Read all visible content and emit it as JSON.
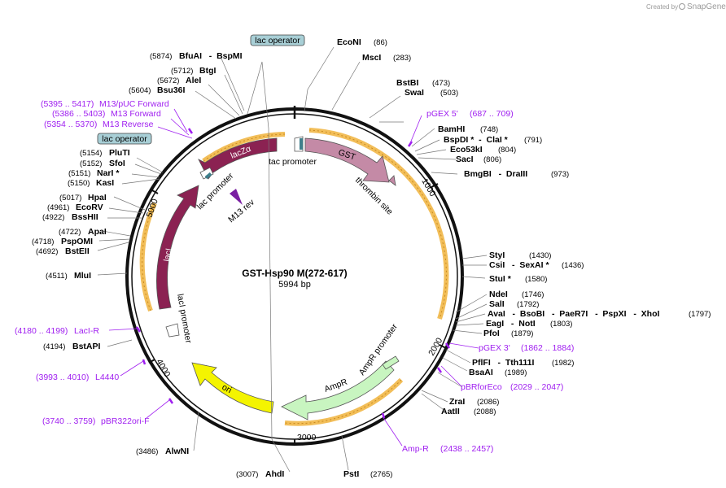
{
  "watermark": {
    "prefix": "Created by",
    "brand": "SnapGene"
  },
  "plasmid": {
    "name": "GST-Hsp90 M(272-617)",
    "length_label": "5994 bp",
    "length": 5994
  },
  "ticks": [
    "1000",
    "2000",
    "3000",
    "4000",
    "5000"
  ],
  "features": [
    {
      "id": "lacZa",
      "label": "lacZα",
      "color": "#8b2252"
    },
    {
      "id": "GST",
      "label": "GST",
      "color": "#c48aa6"
    },
    {
      "id": "lacI",
      "label": "lacI",
      "color": "#8b2252"
    },
    {
      "id": "ori",
      "label": "ori",
      "color": "#f4f400"
    },
    {
      "id": "AmpR",
      "label": "AmpR",
      "color": "#c8f5c0"
    }
  ],
  "inner_labels": {
    "tac_promoter": "tac promoter",
    "thrombin_site": "thrombin site",
    "lac_promoter": "lac promoter",
    "m13_rev": "M13 rev",
    "lacI_promoter": "lacI promoter",
    "ampR_promoter": "AmpR promoter",
    "ampR": "AmpR"
  },
  "operators": [
    "lac operator",
    "lac operator"
  ],
  "sites_right": [
    {
      "name": "EcoNI",
      "pos": "(86)"
    },
    {
      "name": "MscI",
      "pos": "(283)"
    },
    {
      "name": "BstBI",
      "pos": "(473)"
    },
    {
      "name": "SwaI",
      "pos": "(503)"
    },
    {
      "name": "BamHI",
      "pos": "(748)"
    },
    {
      "name": "BspDI *  -  ClaI *",
      "pos": "(791)"
    },
    {
      "name": "Eco53kI",
      "pos": "(804)"
    },
    {
      "name": "SacI",
      "pos": "(806)"
    },
    {
      "name": "BmgBI   -  DraIII",
      "pos": "(973)"
    },
    {
      "name": "StyI",
      "pos": "(1430)"
    },
    {
      "name": "CsiI   -  SexAI *",
      "pos": "(1436)"
    },
    {
      "name": "StuI *",
      "pos": "(1580)"
    },
    {
      "name": "NdeI",
      "pos": "(1746)"
    },
    {
      "name": "SalI",
      "pos": "(1792)"
    },
    {
      "name": "AvaI   -  BsoBI   -  PaeR7I   -  PspXI   -  XhoI",
      "pos": "(1797)"
    },
    {
      "name": "EagI   -  NotI",
      "pos": "(1803)"
    },
    {
      "name": "PfoI",
      "pos": "(1879)"
    },
    {
      "name": "PflFI   -  Tth111I",
      "pos": "(1982)"
    },
    {
      "name": "BsaAI",
      "pos": "(1989)"
    },
    {
      "name": "ZraI",
      "pos": "(2086)"
    },
    {
      "name": "AatII",
      "pos": "(2088)"
    },
    {
      "name": "PstI",
      "pos": "(2765)"
    }
  ],
  "sites_left": [
    {
      "name": "BfuAI   -  BspMI",
      "pos": "(5874)"
    },
    {
      "name": "BtgI",
      "pos": "(5712)"
    },
    {
      "name": "AleI",
      "pos": "(5672)"
    },
    {
      "name": "Bsu36I",
      "pos": "(5604)"
    },
    {
      "name": "PluTI",
      "pos": "(5154)"
    },
    {
      "name": "SfoI",
      "pos": "(5152)"
    },
    {
      "name": "NarI *",
      "pos": "(5151)"
    },
    {
      "name": "KasI",
      "pos": "(5150)"
    },
    {
      "name": "HpaI",
      "pos": "(5017)"
    },
    {
      "name": "EcoRV",
      "pos": "(4961)"
    },
    {
      "name": "BssHII",
      "pos": "(4922)"
    },
    {
      "name": "ApaI",
      "pos": "(4722)"
    },
    {
      "name": "PspOMI",
      "pos": "(4718)"
    },
    {
      "name": "BstEII",
      "pos": "(4692)"
    },
    {
      "name": "MluI",
      "pos": "(4511)"
    },
    {
      "name": "BstAPI",
      "pos": "(4194)"
    },
    {
      "name": "AlwNI",
      "pos": "(3486)"
    },
    {
      "name": "AhdI",
      "pos": "(3007)"
    }
  ],
  "primers": [
    {
      "name": "pGEX 5'",
      "range": "(687 .. 709)"
    },
    {
      "name": "pGEX 3'",
      "range": "(1862 .. 1884)"
    },
    {
      "name": "pBRforEco",
      "range": "(2029 .. 2047)"
    },
    {
      "name": "Amp-R",
      "range": "(2438 .. 2457)"
    },
    {
      "name": "M13/pUC Forward",
      "range": "(5395 .. 5417)"
    },
    {
      "name": "M13 Forward",
      "range": "(5386 .. 5403)"
    },
    {
      "name": "M13 Reverse",
      "range": "(5354 .. 5370)"
    },
    {
      "name": "LacI-R",
      "range": "(4180 .. 4199)"
    },
    {
      "name": "L4440",
      "range": "(3993 .. 4010)"
    },
    {
      "name": "pBR322ori-F",
      "range": "(3740 .. 3759)"
    }
  ],
  "colors": {
    "backbone": "#111111",
    "orf_highlight": "#f0b33c",
    "primer": "#a020f0",
    "operator_fill": "#a8cfd6"
  }
}
